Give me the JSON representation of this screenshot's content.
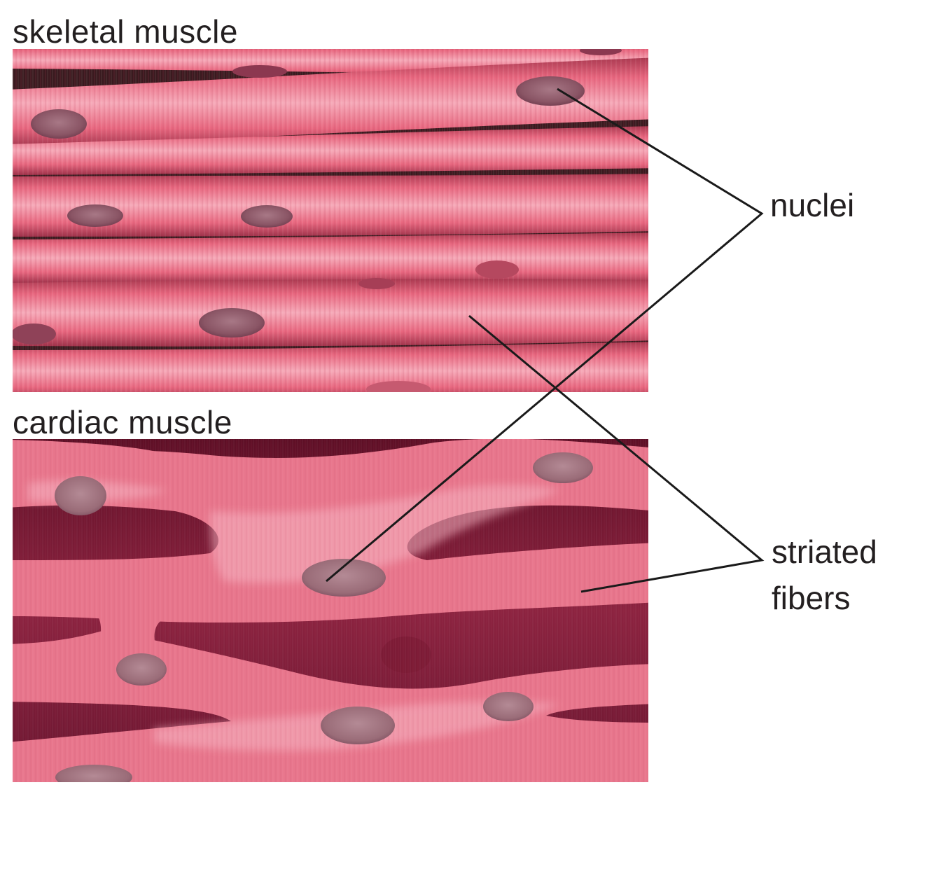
{
  "panels": {
    "skeletal": {
      "label": "skeletal muscle"
    },
    "cardiac": {
      "label": "cardiac muscle"
    }
  },
  "callouts": {
    "nuclei": "nuclei",
    "striated_line1": "striated",
    "striated_line2": "fibers"
  },
  "colors": {
    "fiber_light": "#f39aac",
    "fiber_mid": "#e0647d",
    "fiber_dark": "#a3374f",
    "gap_dark": "#3a1a1f",
    "cardiac_bg": "#8a1f3a",
    "nucleus": "#8e5c6a",
    "leader_line": "#1a1a1a"
  }
}
